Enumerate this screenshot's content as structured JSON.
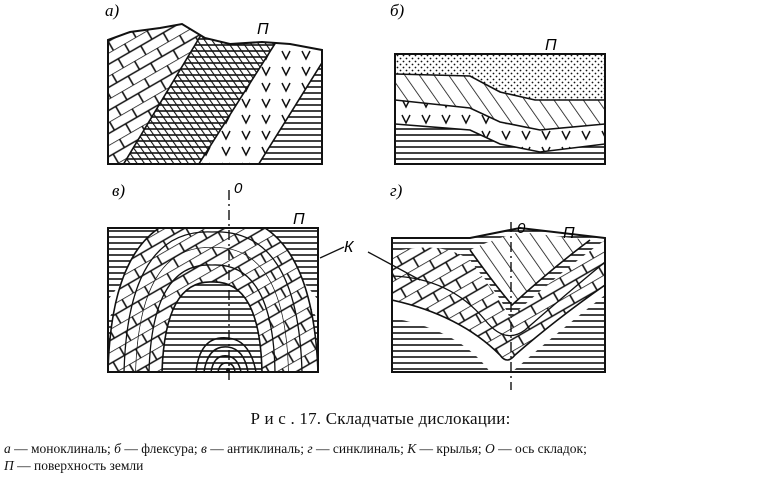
{
  "panels": {
    "a": {
      "label": "а)",
      "surface_label": "П"
    },
    "b": {
      "label": "б)",
      "surface_label": "П"
    },
    "v": {
      "label": "в)",
      "surface_label": "П",
      "axis_label": "0",
      "wings_label": "К"
    },
    "g": {
      "label": "г)",
      "surface_label": "П",
      "axis_label": "0"
    }
  },
  "caption": {
    "title": "Р и с . 17. Складчатые дислокации:",
    "legend": [
      {
        "key": "а",
        "text": " — моноклиналь; "
      },
      {
        "key": "б",
        "text": " — флексура; "
      },
      {
        "key": "в",
        "text": " — антиклиналь; "
      },
      {
        "key": "г",
        "text": " — синклиналь; "
      },
      {
        "key": "К",
        "text": " — крылья; "
      },
      {
        "key": "О",
        "text": " — ось складок;"
      },
      {
        "key": "П",
        "text": " — поверхность земли"
      }
    ]
  }
}
